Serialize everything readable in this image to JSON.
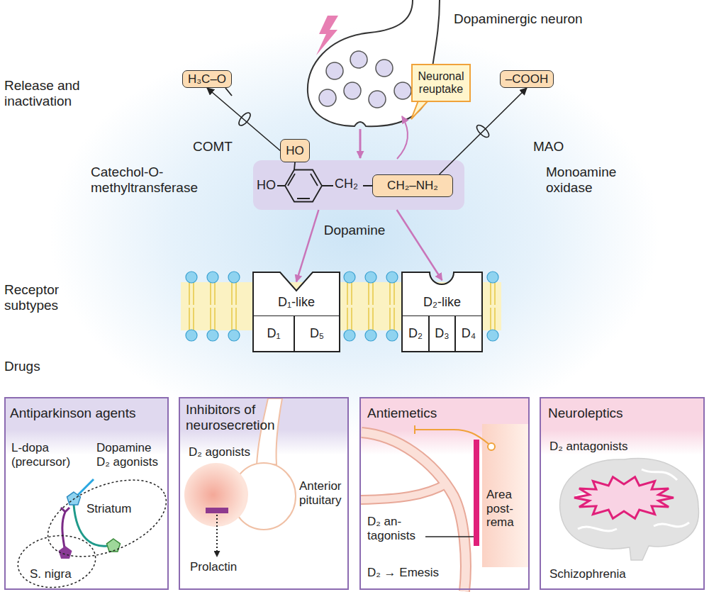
{
  "diagram": {
    "nodes": [
      {
        "text": [
          "Neuronal reuptake"
        ]
      },
      {
        "text": [
          "H₃C–O"
        ]
      },
      {
        "text": [
          "–COOH"
        ]
      },
      {
        "text": [
          "HO"
        ]
      },
      {
        "text": [
          "HO",
          "CH₂"
        ]
      },
      {
        "text": [
          "CH₂–NH₂"
        ],
        "in": 4
      },
      {
        "text": [
          "D₁-like"
        ]
      },
      {
        "text": [
          "D₁"
        ],
        "in": 6
      },
      {
        "text": [
          "D₅"
        ],
        "in": 6
      },
      {
        "text": [
          "D₂-like"
        ]
      },
      {
        "text": [
          "D₂"
        ],
        "in": 9
      },
      {
        "text": [
          "D₃"
        ],
        "in": 9
      },
      {
        "text": [
          "D₄"
        ],
        "in": 9
      },
      {
        "text": [
          "Antiparkinson agents",
          "L-dopa (precursor)",
          "Dopamine D₂ agonists"
        ]
      },
      {
        "text": [
          "Striatum"
        ],
        "in": 13
      },
      {
        "text": [
          "S. nigra"
        ],
        "in": 13
      },
      {
        "text": [
          "Inhibitors of neurosecretion",
          "D₂ agonists",
          "Anterior pituitary",
          "Prolactin"
        ]
      },
      {
        "text": [
          "Antiemetics",
          "Area post- rema",
          "D₂ an- tagonists",
          "D₂ → Emesis"
        ]
      },
      {
        "text": [
          "Neuroleptics",
          "D₂ antagonists",
          "Schizophrenia"
        ]
      }
    ],
    "edges": [
      {
        "from": 3,
        "to": 1,
        "arrow": "to"
      },
      {
        "from": 5,
        "to": 2,
        "arrow": "to"
      },
      {
        "from": 4,
        "to": 6,
        "arrow": "to"
      },
      {
        "from": 4,
        "to": 9,
        "arrow": "to"
      }
    ],
    "labels": [
      "Dopaminergic neuron",
      "Release and inactivation",
      "COMT",
      "Catechol-O-methyltransferase",
      "MAO",
      "Monoamine oxidase",
      "Dopamine",
      "Receptor subtypes",
      "Drugs"
    ]
  }
}
